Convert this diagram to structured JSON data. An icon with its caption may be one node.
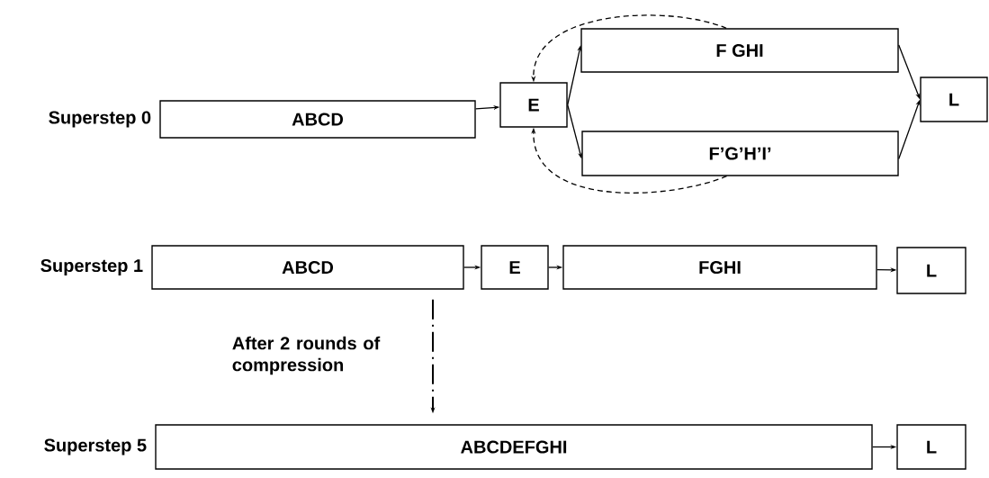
{
  "diagram": {
    "nodes": [
      {
        "text": [
          "ABCD"
        ],
        "beside": [
          "Superstep 0"
        ]
      },
      {
        "text": [
          "E"
        ]
      },
      {
        "text": [
          "F GHI"
        ]
      },
      {
        "text": [
          "F’G’H’I’"
        ]
      },
      {
        "text": [
          "L"
        ]
      },
      {
        "text": [
          "ABCD"
        ],
        "beside": [
          "Superstep 1"
        ]
      },
      {
        "text": [
          "E"
        ]
      },
      {
        "text": [
          "FGHI"
        ]
      },
      {
        "text": [
          "L"
        ]
      },
      {
        "text": [
          "ABCDEFGHI"
        ],
        "beside": [
          "Superstep 5"
        ]
      },
      {
        "text": [
          "L"
        ]
      }
    ],
    "edges": [
      {
        "from": 0,
        "to": 1,
        "arrow": "to"
      },
      {
        "from": 1,
        "to": 2,
        "arrow": "to"
      },
      {
        "from": 1,
        "to": 3,
        "arrow": "to"
      },
      {
        "from": 2,
        "to": 4,
        "arrow": "to"
      },
      {
        "from": 3,
        "to": 4,
        "arrow": "to"
      },
      {
        "from": 2,
        "to": 1,
        "arrow": "to",
        "style": "dashed"
      },
      {
        "from": 3,
        "to": 1,
        "arrow": "to",
        "style": "dashed"
      },
      {
        "from": 5,
        "to": 6,
        "arrow": "to"
      },
      {
        "from": 6,
        "to": 7,
        "arrow": "to"
      },
      {
        "from": 7,
        "to": 8,
        "arrow": "to"
      },
      {
        "from": 9,
        "to": 10,
        "arrow": "to"
      },
      {
        "from": 5,
        "to": 9,
        "arrow": "to",
        "style": "dashed",
        "label": "After 2 rounds of compression"
      }
    ]
  }
}
